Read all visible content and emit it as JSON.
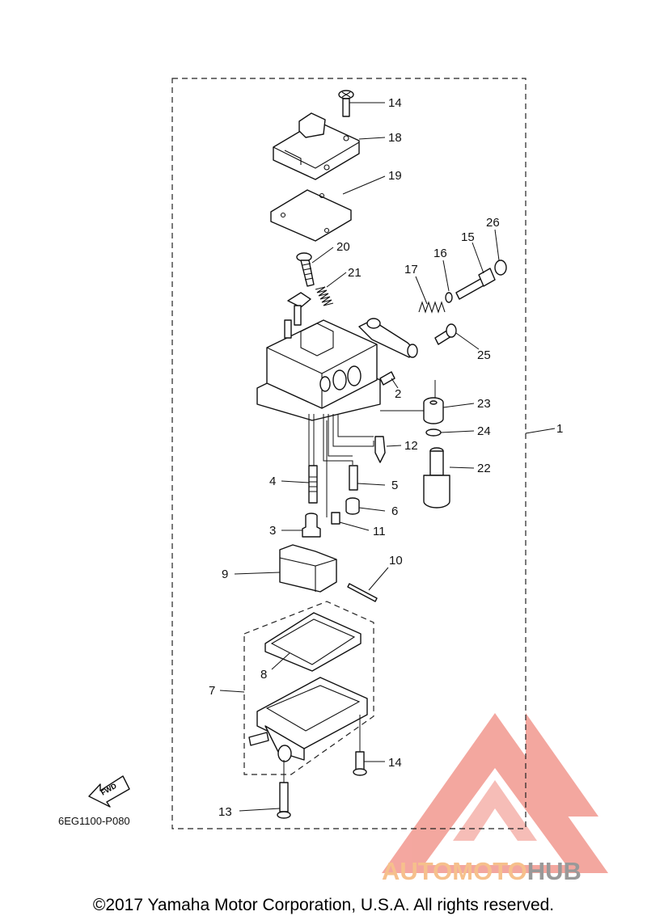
{
  "diagram": {
    "part_labels": [
      "1",
      "2",
      "3",
      "4",
      "5",
      "6",
      "7",
      "8",
      "9",
      "10",
      "11",
      "12",
      "13",
      "14",
      "14",
      "15",
      "16",
      "17",
      "18",
      "19",
      "20",
      "21",
      "22",
      "23",
      "24",
      "25",
      "26"
    ],
    "figure_code": "6EG1100-P080",
    "fwd_label": "FWD"
  },
  "watermark": {
    "brand_part1": "AUTOMOTO",
    "brand_part2": "HUB",
    "colors": {
      "triangle": "#f08a80",
      "auto": "#f7c58a",
      "moto": "#f0a090",
      "hub": "#9a9a9a"
    }
  },
  "footer": {
    "copyright": "©2017 Yamaha Motor Corporation, U.S.A. All rights reserved."
  }
}
